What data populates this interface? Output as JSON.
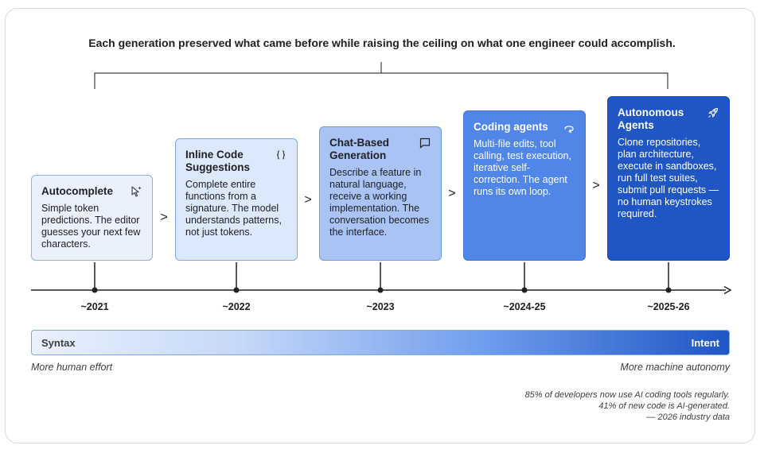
{
  "headline": "Each generation preserved what came before while raising the ceiling on what one engineer could accomplish.",
  "colors": {
    "card1_bg": "#eaf1fd",
    "card2_bg": "#dce8fc",
    "card3_bg": "#a9c4f4",
    "card4_bg": "#4f86e8",
    "card5_bg": "#1f56c4",
    "timeline": "#202124"
  },
  "cards": [
    {
      "title": "Autocomplete",
      "icon": "cursor-sparkle-icon",
      "description": "Simple token predictions. The editor guesses your next few characters."
    },
    {
      "title": "Inline Code Suggestions",
      "icon": "code-braces-icon",
      "description": "Complete entire functions from a signature. The model understands patterns, not just tokens."
    },
    {
      "title": "Chat-Based Generation",
      "icon": "chat-bubble-icon",
      "description": "Describe a feature in natural language, receive a working implementation. The conversation becomes the interface."
    },
    {
      "title": "Coding agents",
      "icon": "loop-icon",
      "description": "Multi-file edits, tool calling, test execution, iterative self-correction. The agent runs its own loop."
    },
    {
      "title": "Autonomous Agents",
      "icon": "rocket-icon",
      "description": "Clone repositories, plan architecture, execute in sandboxes, run full test suites, submit pull requests — no human keystrokes required."
    }
  ],
  "chevron": ">",
  "years": [
    "~2021",
    "~2022",
    "~2023",
    "~2024-25",
    "~2025-26"
  ],
  "spectrum": {
    "left": "Syntax",
    "right": "Intent"
  },
  "effort": {
    "left": "More human effort",
    "right": "More machine autonomy"
  },
  "footnote": {
    "line1": "85% of developers now use AI coding tools regularly.",
    "line2": "41% of new code is AI-generated.",
    "line3": "— 2026 industry data"
  }
}
